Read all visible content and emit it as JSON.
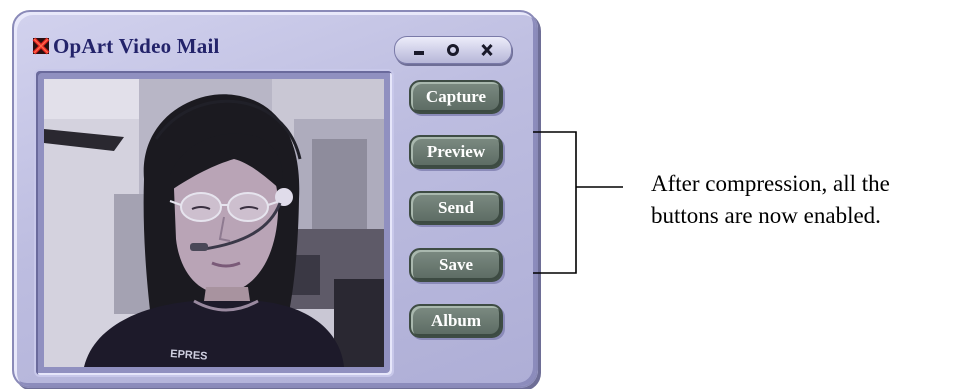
{
  "window": {
    "title": "OpArt Video Mail",
    "controls": {
      "minimize_label": "-",
      "maximize_label": "o",
      "close_label": "X"
    }
  },
  "video": {
    "shirt_text": "EPRES"
  },
  "buttons": [
    {
      "label": "Capture"
    },
    {
      "label": "Preview"
    },
    {
      "label": "Send"
    },
    {
      "label": "Save"
    },
    {
      "label": "Album"
    }
  ],
  "annotation": {
    "line1": "After compression, all the",
    "line2": "buttons are now enabled."
  },
  "colors": {
    "window_bg": "#c4c4e6",
    "title_text": "#23236a",
    "button_bg": "#6b7a72",
    "button_text": "#ffffff"
  }
}
